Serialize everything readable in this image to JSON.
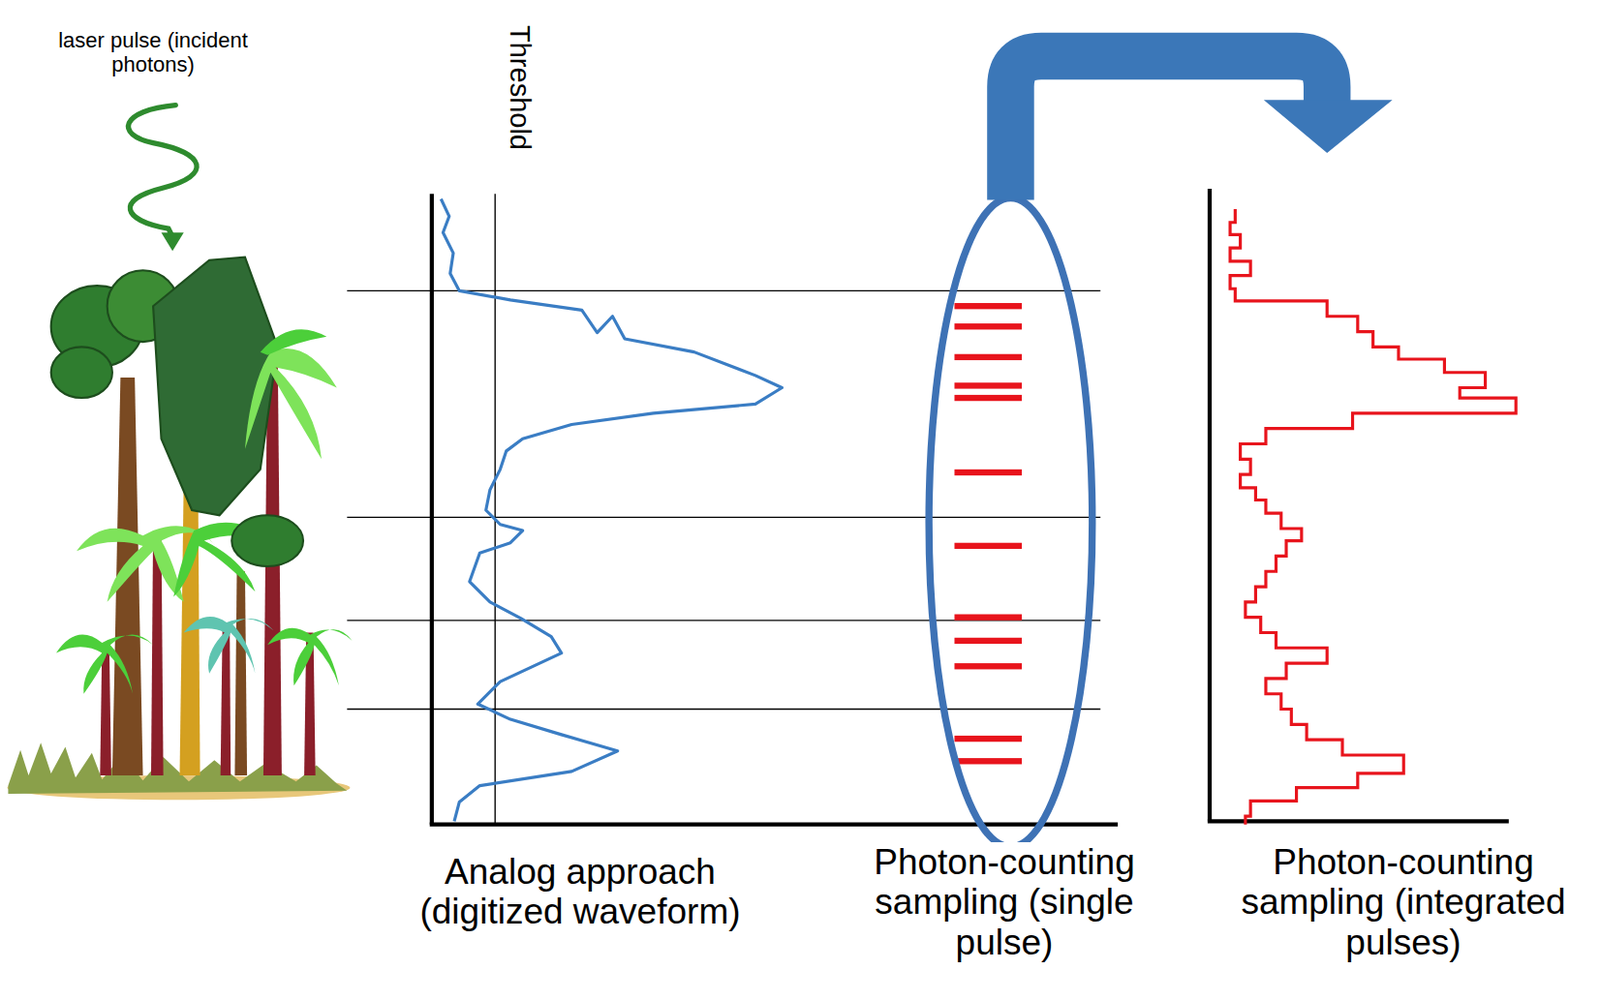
{
  "diagram": {
    "labels": [
      "laser pulse (incident photons)",
      "Threshold",
      "Analog approach (digitized waveform)",
      "Photon-counting sampling (single pulse)",
      "Photon-counting sampling (integrated pulses)"
    ]
  }
}
